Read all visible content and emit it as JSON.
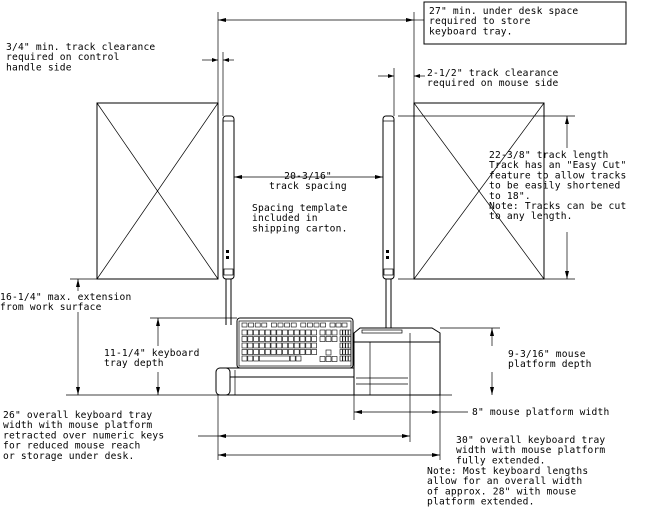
{
  "notes": {
    "under_desk": [
      "27\" min. under desk space",
      "required to store",
      "keyboard tray."
    ],
    "track_clear_left": [
      "3/4\" min. track clearance",
      "required on control",
      "handle side"
    ],
    "track_clear_right": [
      "2-1/2\" track clearance",
      "required on mouse side"
    ],
    "track_spacing": [
      "20-3/16\"",
      "track spacing"
    ],
    "template": [
      "Spacing template",
      "included in",
      "shipping carton."
    ],
    "track_length": [
      "22-3/8\" track length",
      "Track has an \"Easy Cut\"",
      "feature to allow tracks",
      "to be easily shortened",
      "to 18\".",
      "Note: Tracks can be cut",
      "to any length."
    ],
    "max_extension": [
      "16-1/4\" max. extension",
      "from work surface"
    ],
    "tray_depth": [
      "11-1/4\" keyboard",
      "tray depth"
    ],
    "mouse_depth": [
      "9-3/16\" mouse",
      "platform depth"
    ],
    "mouse_width": [
      "8\" mouse platform width"
    ],
    "overall_26": [
      "26\" overall keyboard tray",
      "width with mouse platform",
      "retracted over numeric keys",
      "for reduced mouse reach",
      "or storage under desk."
    ],
    "overall_30": [
      "30\" overall keyboard tray",
      "width with mouse platform",
      "fully extended."
    ],
    "bottom_note": [
      "Note: Most keyboard lengths",
      "allow for an overall width",
      "of approx. 28\" with mouse",
      "platform extended."
    ]
  }
}
